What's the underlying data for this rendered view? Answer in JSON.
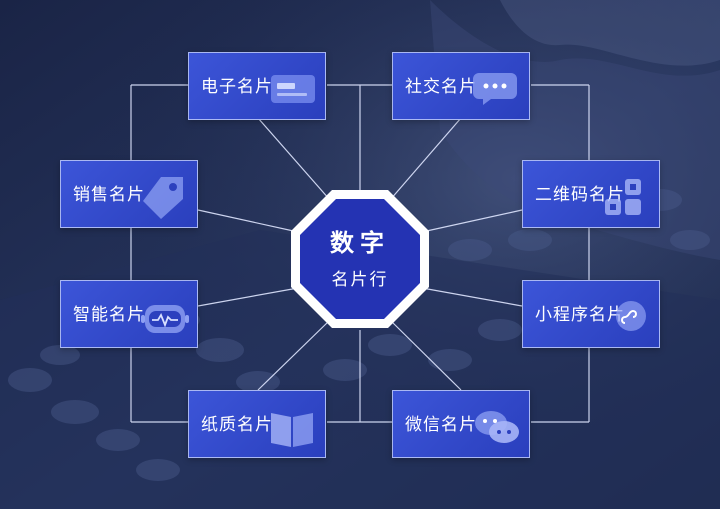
{
  "hub": {
    "title": "数字",
    "subtitle": "名片行"
  },
  "cards": {
    "electronic": {
      "label": "电子名片",
      "icon": "card-icon"
    },
    "social": {
      "label": "社交名片",
      "icon": "chat-bubble-icon"
    },
    "sales": {
      "label": "销售名片",
      "icon": "price-tag-icon"
    },
    "qrcode": {
      "label": "二维码名片",
      "icon": "qr-code-icon"
    },
    "smart": {
      "label": "智能名片",
      "icon": "robot-icon"
    },
    "miniapp": {
      "label": "小程序名片",
      "icon": "mini-program-icon"
    },
    "paper": {
      "label": "纸质名片",
      "icon": "book-icon"
    },
    "wechat": {
      "label": "微信名片",
      "icon": "wechat-icon"
    }
  },
  "colors": {
    "background": "#1c2747",
    "card": "#3249c9",
    "hub_fill": "#2433b3",
    "line": "#dfe6ff"
  }
}
